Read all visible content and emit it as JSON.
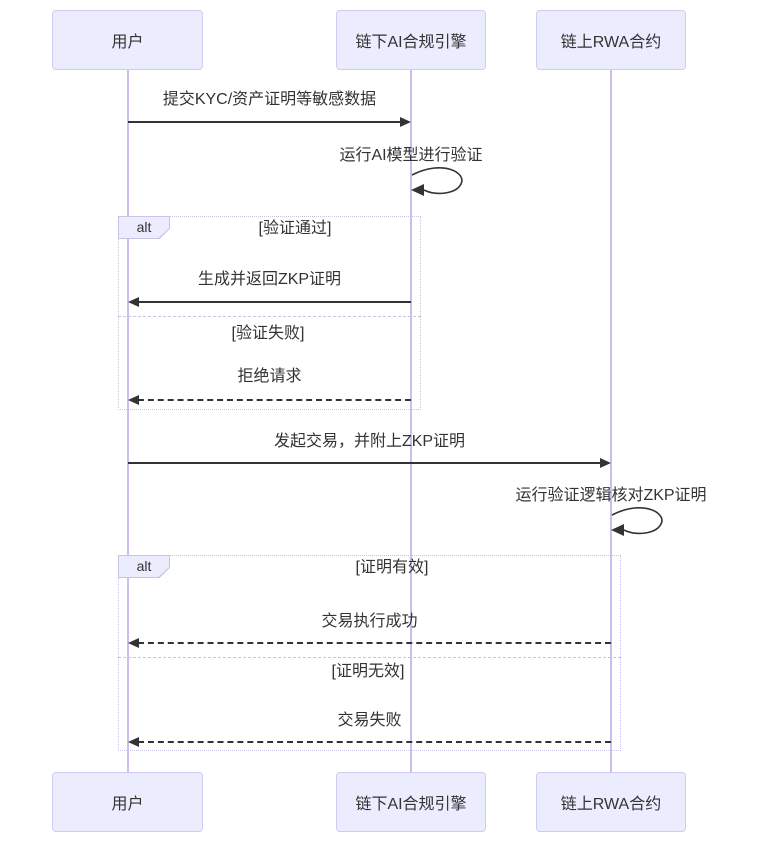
{
  "diagram": {
    "type": "sequence-diagram",
    "actors": [
      {
        "name": "用户"
      },
      {
        "name": "链下AI合规引擎"
      },
      {
        "name": "链上RWA合约"
      }
    ],
    "messages": [
      {
        "text": "提交KYC/资产证明等敏感数据",
        "from": "用户",
        "to": "链下AI合规引擎",
        "line": "solid"
      },
      {
        "text": "运行AI模型进行验证",
        "from": "链下AI合规引擎",
        "to": "链下AI合规引擎",
        "line": "self"
      },
      {
        "text": "生成并返回ZKP证明",
        "from": "链下AI合规引擎",
        "to": "用户",
        "line": "solid"
      },
      {
        "text": "拒绝请求",
        "from": "链下AI合规引擎",
        "to": "用户",
        "line": "dashed"
      },
      {
        "text": "发起交易，并附上ZKP证明",
        "from": "用户",
        "to": "链上RWA合约",
        "line": "solid"
      },
      {
        "text": "运行验证逻辑核对ZKP证明",
        "from": "链上RWA合约",
        "to": "链上RWA合约",
        "line": "self"
      },
      {
        "text": "交易执行成功",
        "from": "链上RWA合约",
        "to": "用户",
        "line": "dashed"
      },
      {
        "text": "交易失败",
        "from": "链上RWA合约",
        "to": "用户",
        "line": "dashed"
      }
    ],
    "alt_blocks": [
      {
        "label": "alt",
        "guards": [
          "[验证通过]",
          "[验证失败]"
        ]
      },
      {
        "label": "alt",
        "guards": [
          "[证明有效]",
          "[证明无效]"
        ]
      }
    ],
    "colors": {
      "actor_fill": "#ECECFF",
      "actor_border": "#CFCCF0",
      "lifeline": "#CDBCEC",
      "frame_border": "#C9C3E6",
      "message_line": "#333333",
      "text": "#333333"
    }
  }
}
